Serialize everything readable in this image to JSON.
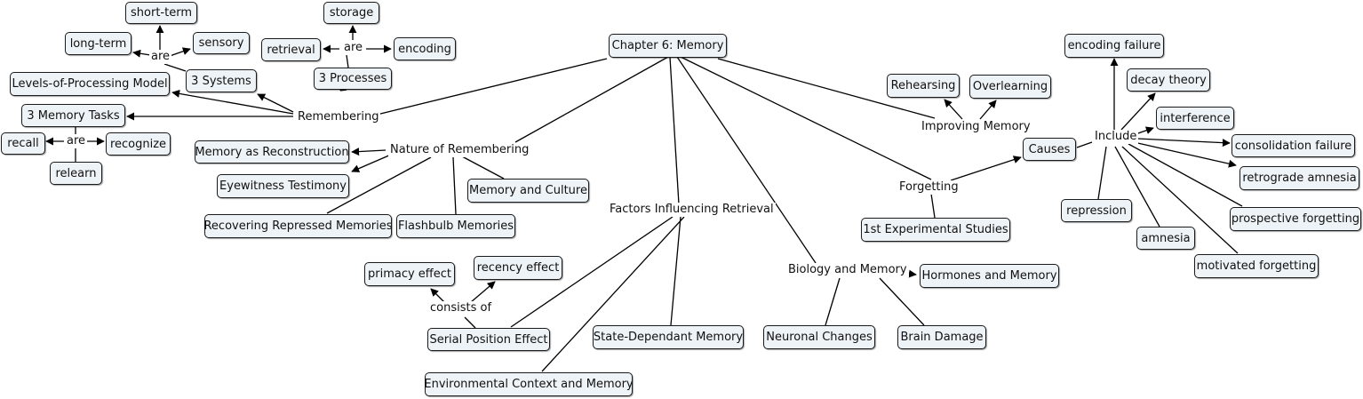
{
  "map": {
    "concepts": {
      "chapter": "Chapter 6: Memory",
      "short_term": "short-term",
      "storage": "storage",
      "long_term": "long-term",
      "sensory": "sensory",
      "retrieval": "retrieval",
      "encoding": "encoding",
      "levels_of_processing": "Levels-of-Processing Model",
      "three_systems": "3 Systems",
      "three_processes": "3 Processes",
      "three_memory_tasks": "3 Memory Tasks",
      "recall": "recall",
      "recognize": "recognize",
      "relearn": "relearn",
      "memory_as_reconstruction": "Memory as Reconstruction",
      "eyewitness_testimony": "Eyewitness Testimony",
      "memory_and_culture": "Memory and Culture",
      "recovering_repressed": "Recovering Repressed Memories",
      "flashbulb_memories": "Flashbulb Memories",
      "primacy_effect": "primacy effect",
      "recency_effect": "recency effect",
      "serial_position_effect": "Serial Position Effect",
      "state_dependant_memory": "State-Dependant Memory",
      "environmental_context": "Environmental Context and Memory",
      "neuronal_changes": "Neuronal Changes",
      "brain_damage": "Brain Damage",
      "hormones_and_memory": "Hormones and Memory",
      "rehearsing": "Rehearsing",
      "overlearning": "Overlearning",
      "first_experimental_studies": "1st Experimental Studies",
      "causes": "Causes",
      "encoding_failure": "encoding failure",
      "decay_theory": "decay theory",
      "interference": "interference",
      "consolidation_failure": "consolidation failure",
      "retrograde_amnesia": "retrograde amnesia",
      "prospective_forgetting": "prospective forgetting",
      "motivated_forgetting": "motivated forgetting",
      "repression": "repression",
      "amnesia": "amnesia"
    },
    "linking_phrases": {
      "are_systems": "are",
      "are_processes": "are",
      "are_tasks": "are",
      "remembering": "Remembering",
      "nature_of_remembering": "Nature of Remembering",
      "factors_influencing_retrieval": "Factors Influencing Retrieval",
      "consists_of": "consists of",
      "biology_and_memory": "Biology and Memory",
      "improving_memory": "Improving Memory",
      "forgetting": "Forgetting",
      "include": "Include"
    },
    "colors": {
      "node_fill": "#eef3f7",
      "node_border": "#1a1a1a",
      "line": "#000000"
    }
  }
}
